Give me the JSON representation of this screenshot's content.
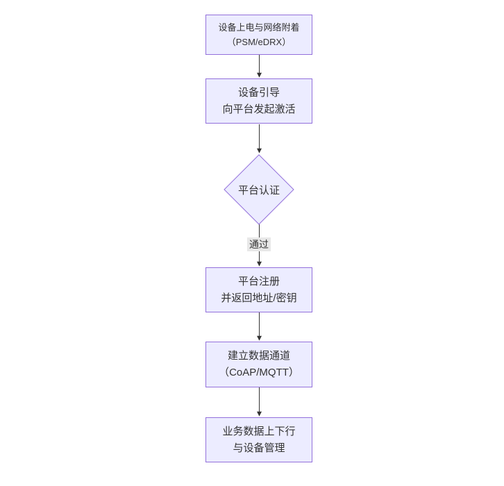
{
  "flowchart": {
    "colors": {
      "background": "#ffffff",
      "node_fill": "#ececff",
      "node_border": "#9370db",
      "text": "#333333",
      "arrow": "#333333",
      "edge_label_bg": "#e8e8e8"
    },
    "nodes": [
      {
        "id": "network-attach",
        "shape": "rect",
        "label": "设备上电与网络附着\n（PSM/eDRX）"
      },
      {
        "id": "device-bootstrap",
        "shape": "rect",
        "label": "设备引导\n向平台发起激活"
      },
      {
        "id": "platform-auth",
        "shape": "diamond",
        "label": "平台认证"
      },
      {
        "id": "platform-register",
        "shape": "rect",
        "label": "平台注册\n并返回地址/密钥"
      },
      {
        "id": "data-channel",
        "shape": "rect",
        "label": "建立数据通道\n（CoAP/MQTT）"
      },
      {
        "id": "service-data",
        "shape": "rect",
        "label": "业务数据上下行\n与设备管理"
      }
    ],
    "edges": [
      {
        "from": "network-attach",
        "to": "device-bootstrap",
        "label": ""
      },
      {
        "from": "device-bootstrap",
        "to": "platform-auth",
        "label": ""
      },
      {
        "from": "platform-auth",
        "to": "platform-register",
        "label": "通过"
      },
      {
        "from": "platform-register",
        "to": "data-channel",
        "label": ""
      },
      {
        "from": "data-channel",
        "to": "service-data",
        "label": ""
      }
    ]
  }
}
